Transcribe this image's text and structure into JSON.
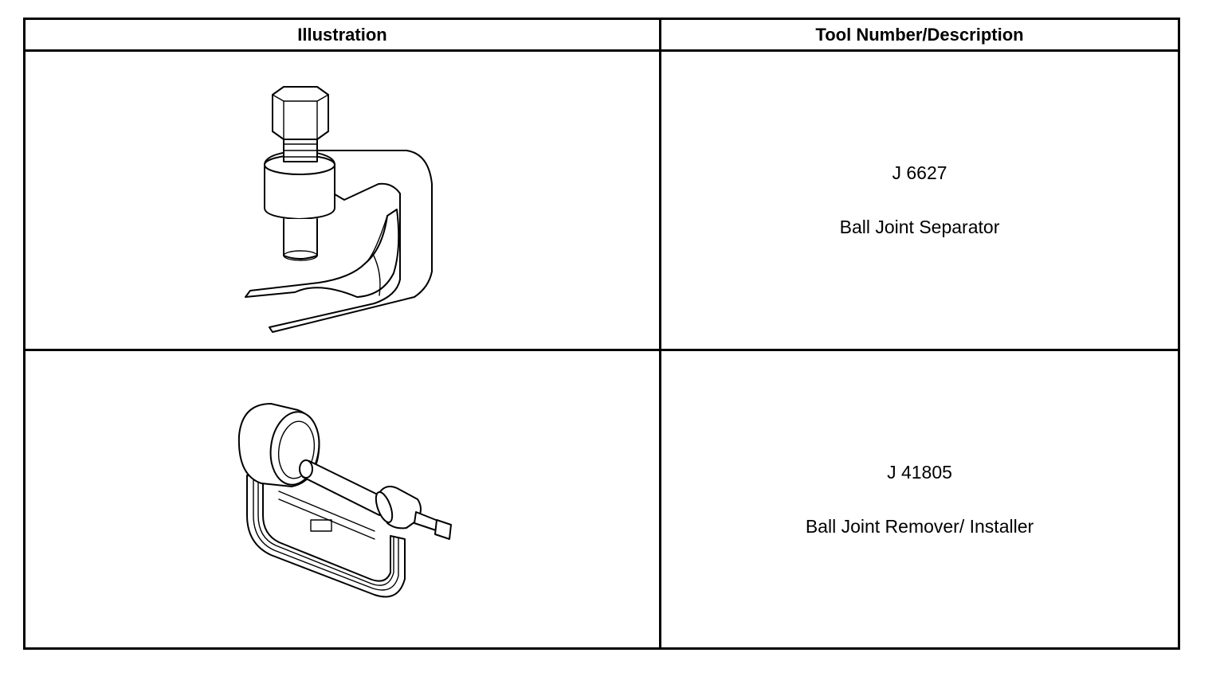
{
  "table": {
    "headers": {
      "illustration": "Illustration",
      "tool": "Tool Number/Description"
    },
    "rows": [
      {
        "illustration_icon": "ball-joint-separator-illustration",
        "tool_number": "J 6627",
        "description": "Ball Joint Separator"
      },
      {
        "illustration_icon": "ball-joint-remover-installer-illustration",
        "tool_number": "J 41805",
        "description": "Ball Joint Remover/ Installer"
      }
    ]
  }
}
